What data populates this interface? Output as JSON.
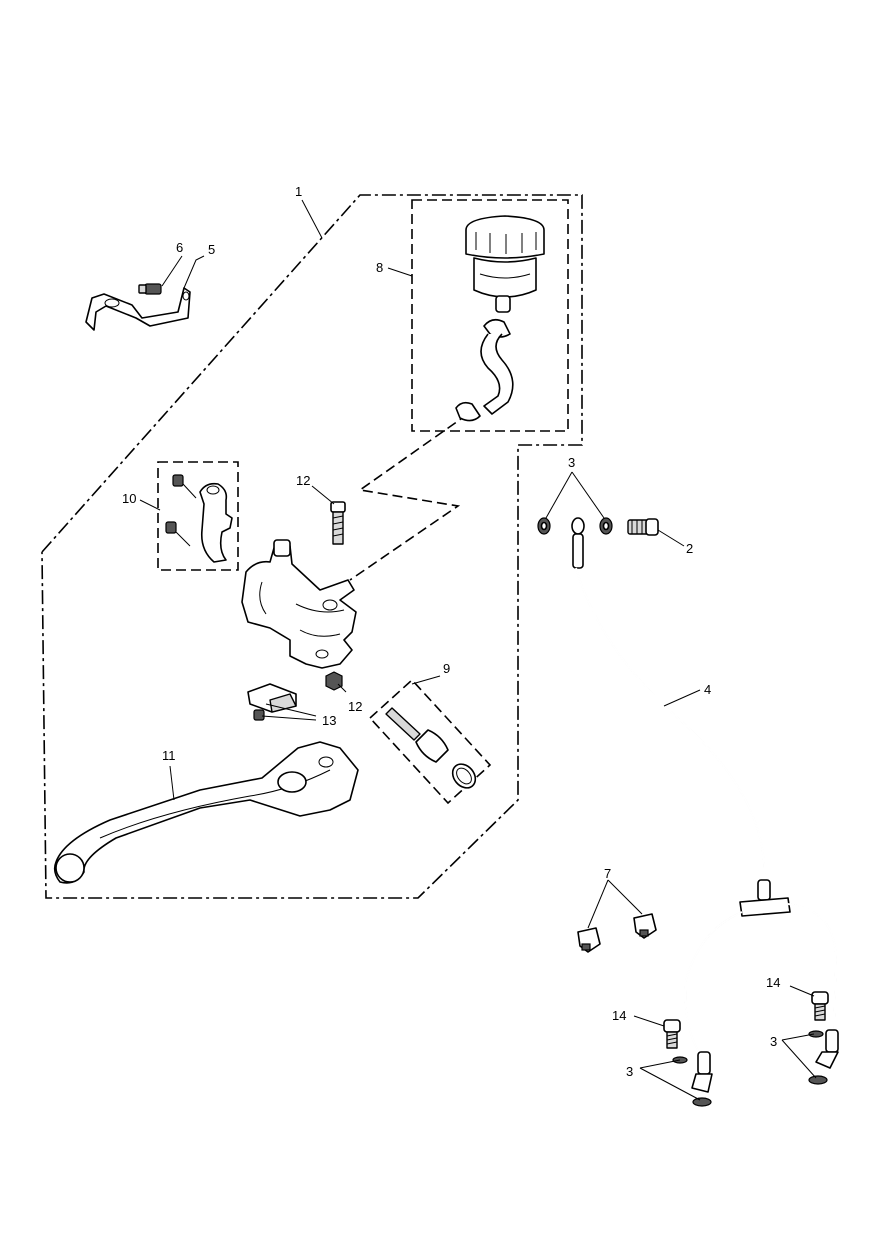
{
  "labels": {
    "l1": "1",
    "l2": "2",
    "l3a": "3",
    "l3b": "3",
    "l3c": "3",
    "l4": "4",
    "l5": "5",
    "l6": "6",
    "l7": "7",
    "l8": "8",
    "l9": "9",
    "l10": "10",
    "l11": "11",
    "l12a": "12",
    "l12b": "12",
    "l13": "13",
    "l14a": "14",
    "l14b": "14"
  }
}
